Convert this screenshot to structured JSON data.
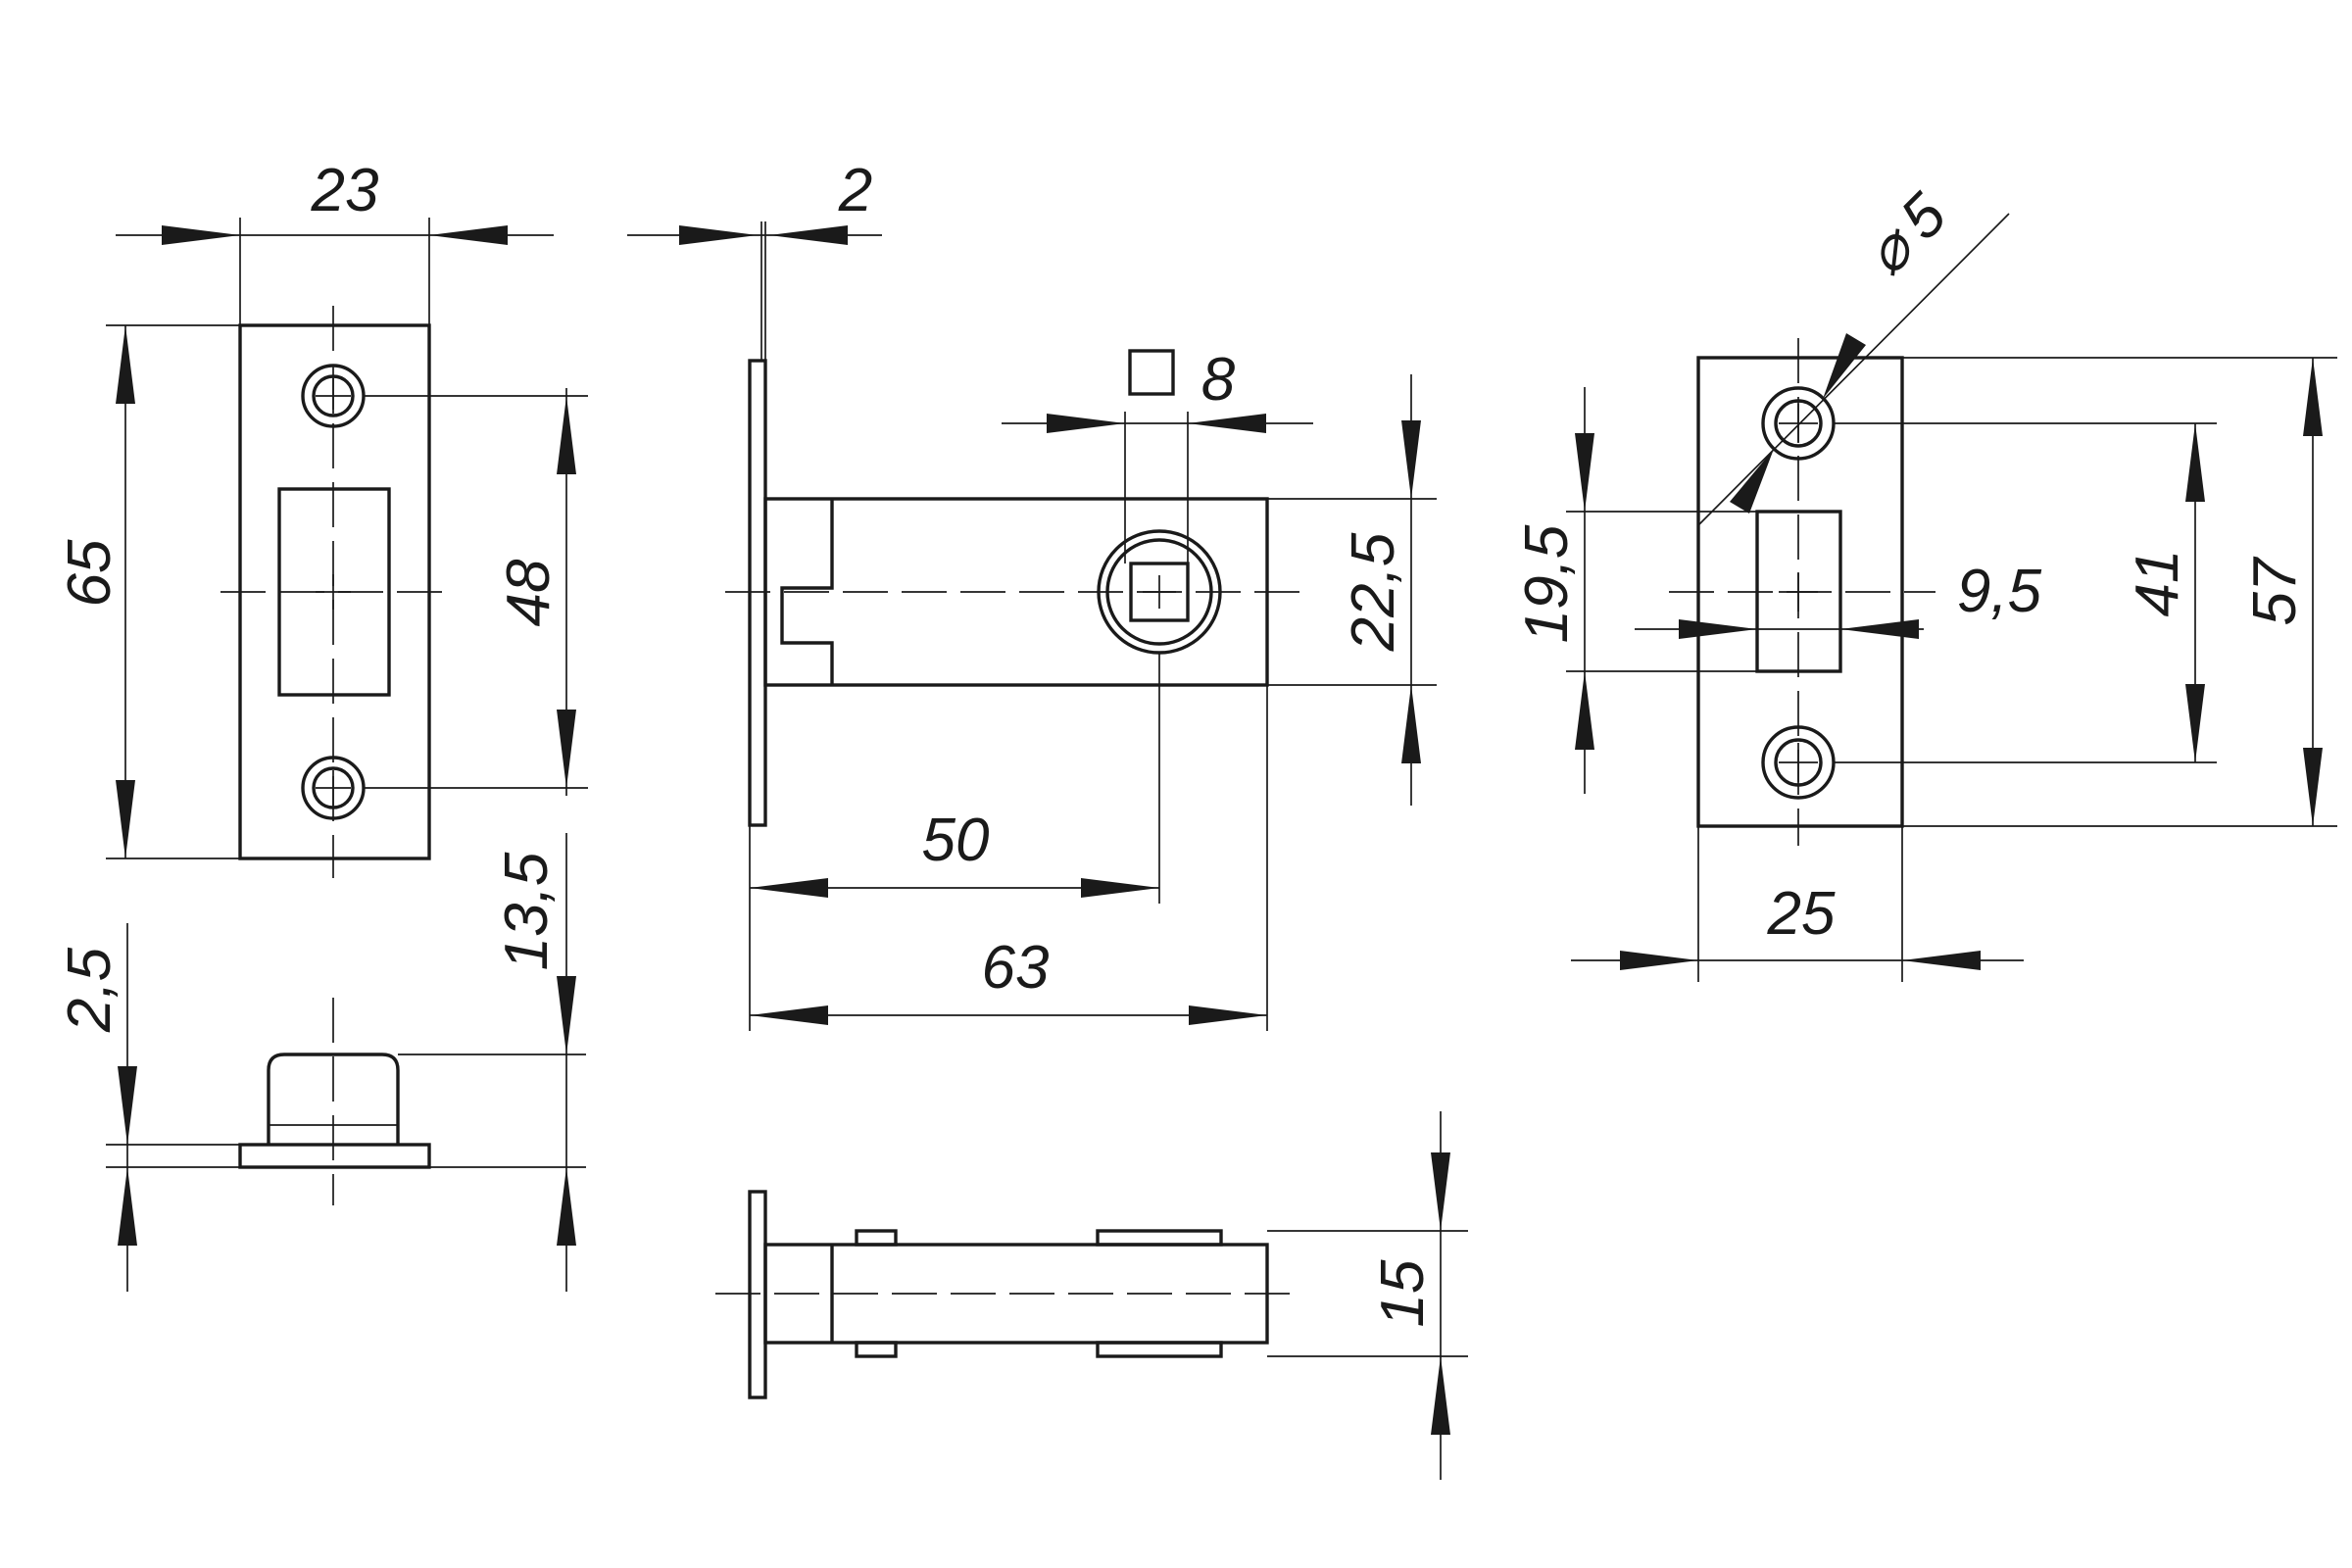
{
  "dimensions": {
    "strike_plate_width": "23",
    "strike_plate_height": "65",
    "strike_hole_spacing": "48",
    "strike_depth": "13,5",
    "strike_plate_thickness": "2,5",
    "faceplate_thickness": "2",
    "spindle_square": "8",
    "body_height": "22,5",
    "backset": "50",
    "body_length": "63",
    "body_width": "15",
    "screw_hole_diameter": "5",
    "faceplate_height": "57",
    "faceplate_hole_spacing": "41",
    "faceplate_width": "25",
    "latch_width": "9,5",
    "latch_height": "19,5"
  },
  "symbols": {
    "diameter": "⌀",
    "square": "□"
  }
}
